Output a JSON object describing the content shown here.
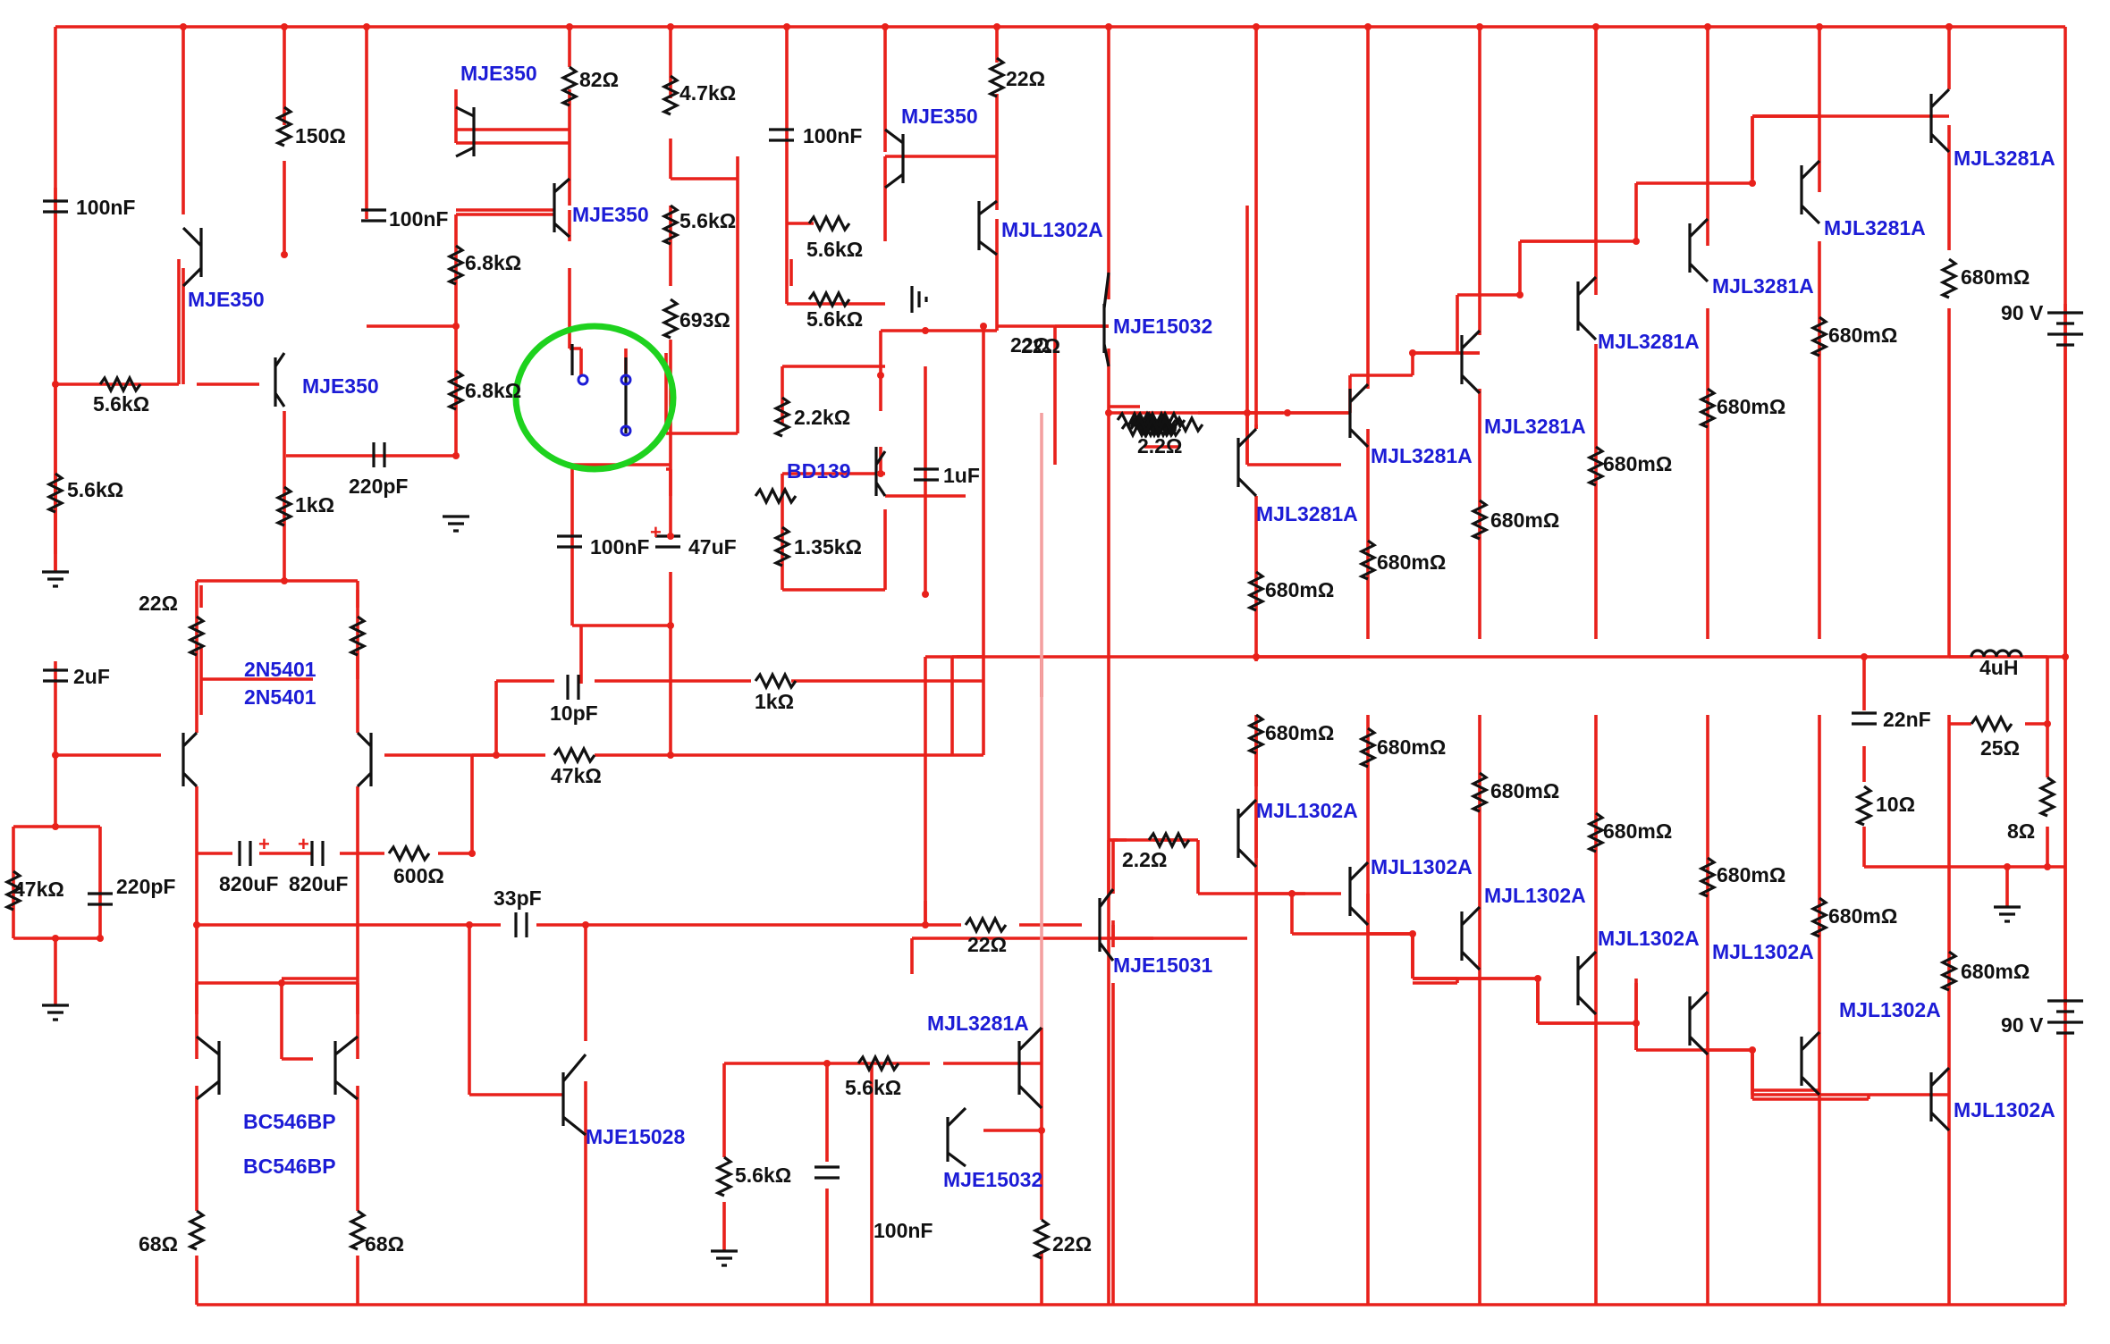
{
  "diagram": {
    "colors": {
      "wire": "#e8211b",
      "component": "#111111",
      "part_label": "#1c1cd6",
      "value_label": "#111111",
      "highlight": "#1ed21e",
      "bias_wire": "#f4a0a0",
      "background": "#ffffff"
    },
    "transistors": [
      {
        "id": "q1",
        "part": "MJE350"
      },
      {
        "id": "q2",
        "part": "MJE350"
      },
      {
        "id": "q3",
        "part": "MJE350"
      },
      {
        "id": "q4",
        "part": "MJE350"
      },
      {
        "id": "q5",
        "part": "MJE350"
      },
      {
        "id": "q6",
        "part": "MJL1302A"
      },
      {
        "id": "q7",
        "part": "MJE15032"
      },
      {
        "id": "q8",
        "part": "BD139"
      },
      {
        "id": "q9",
        "part": "2N5401"
      },
      {
        "id": "q10",
        "part": "2N5401"
      },
      {
        "id": "q11",
        "part": "BC546BP"
      },
      {
        "id": "q12",
        "part": "BC546BP"
      },
      {
        "id": "q13",
        "part": "MJE15028"
      },
      {
        "id": "q14",
        "part": "MJL3281A"
      },
      {
        "id": "q15",
        "part": "MJE15032"
      },
      {
        "id": "q16",
        "part": "MJE15031"
      },
      {
        "id": "q17",
        "part": "MJL3281A"
      },
      {
        "id": "q18",
        "part": "MJL3281A"
      },
      {
        "id": "q19",
        "part": "MJL3281A"
      },
      {
        "id": "q20",
        "part": "MJL3281A"
      },
      {
        "id": "q21",
        "part": "MJL3281A"
      },
      {
        "id": "q22",
        "part": "MJL3281A"
      },
      {
        "id": "q23",
        "part": "MJL3281A"
      },
      {
        "id": "q24",
        "part": "MJL1302A"
      },
      {
        "id": "q25",
        "part": "MJL1302A"
      },
      {
        "id": "q26",
        "part": "MJL1302A"
      },
      {
        "id": "q27",
        "part": "MJL1302A"
      },
      {
        "id": "q28",
        "part": "MJL1302A"
      },
      {
        "id": "q29",
        "part": "MJL1302A"
      },
      {
        "id": "q30",
        "part": "MJL1302A"
      }
    ],
    "resistors": [
      {
        "id": "r1",
        "value": "150Ω"
      },
      {
        "id": "r2",
        "value": "5.6kΩ"
      },
      {
        "id": "r3",
        "value": "5.6kΩ"
      },
      {
        "id": "r4",
        "value": "82Ω"
      },
      {
        "id": "r5",
        "value": "4.7kΩ"
      },
      {
        "id": "r6",
        "value": "5.6kΩ"
      },
      {
        "id": "r7",
        "value": "693Ω"
      },
      {
        "id": "r8",
        "value": "6.8kΩ"
      },
      {
        "id": "r9",
        "value": "6.8kΩ"
      },
      {
        "id": "r10",
        "value": "1kΩ"
      },
      {
        "id": "r11",
        "value": "22Ω"
      },
      {
        "id": "r12",
        "value": "5.6kΩ"
      },
      {
        "id": "r13",
        "value": "5.6kΩ"
      },
      {
        "id": "r14",
        "value": "22Ω"
      },
      {
        "id": "r15",
        "value": "2.2kΩ"
      },
      {
        "id": "r16",
        "value": "1.35kΩ"
      },
      {
        "id": "r17",
        "value": "2.2Ω"
      },
      {
        "id": "r18",
        "value": "22Ω"
      },
      {
        "id": "r19",
        "value": "22Ω"
      },
      {
        "id": "r20",
        "value": "1kΩ"
      },
      {
        "id": "r21",
        "value": "47kΩ"
      },
      {
        "id": "r22",
        "value": "600Ω"
      },
      {
        "id": "r23",
        "value": "47kΩ"
      },
      {
        "id": "r24",
        "value": "2.2Ω"
      },
      {
        "id": "r25",
        "value": "22Ω"
      },
      {
        "id": "r26",
        "value": "68Ω"
      },
      {
        "id": "r27",
        "value": "68Ω"
      },
      {
        "id": "r28",
        "value": "5.6kΩ"
      },
      {
        "id": "r29",
        "value": "5.6kΩ"
      },
      {
        "id": "r30",
        "value": "22Ω"
      },
      {
        "id": "r31",
        "value": "680mΩ"
      },
      {
        "id": "r32",
        "value": "680mΩ"
      },
      {
        "id": "r33",
        "value": "680mΩ"
      },
      {
        "id": "r34",
        "value": "680mΩ"
      },
      {
        "id": "r35",
        "value": "680mΩ"
      },
      {
        "id": "r36",
        "value": "680mΩ"
      },
      {
        "id": "r37",
        "value": "680mΩ"
      },
      {
        "id": "r38",
        "value": "680mΩ"
      },
      {
        "id": "r39",
        "value": "680mΩ"
      },
      {
        "id": "r40",
        "value": "680mΩ"
      },
      {
        "id": "r41",
        "value": "680mΩ"
      },
      {
        "id": "r42",
        "value": "680mΩ"
      },
      {
        "id": "r43",
        "value": "680mΩ"
      },
      {
        "id": "r44",
        "value": "680mΩ"
      },
      {
        "id": "r45",
        "value": "25Ω"
      },
      {
        "id": "r46",
        "value": "10Ω"
      },
      {
        "id": "r47",
        "value": "8Ω"
      }
    ],
    "capacitors": [
      {
        "id": "c1",
        "value": "100nF"
      },
      {
        "id": "c2",
        "value": "100nF"
      },
      {
        "id": "c3",
        "value": "100nF"
      },
      {
        "id": "c4",
        "value": "220pF"
      },
      {
        "id": "c5",
        "value": "100nF"
      },
      {
        "id": "c6",
        "value": "47uF"
      },
      {
        "id": "c7",
        "value": "1uF"
      },
      {
        "id": "c8",
        "value": "2uF"
      },
      {
        "id": "c9",
        "value": "10pF"
      },
      {
        "id": "c10",
        "value": "220pF"
      },
      {
        "id": "c11",
        "value": "820uF"
      },
      {
        "id": "c12",
        "value": "820uF"
      },
      {
        "id": "c13",
        "value": "33pF"
      },
      {
        "id": "c14",
        "value": "100nF"
      },
      {
        "id": "c15",
        "value": "22nF"
      }
    ],
    "inductors": [
      {
        "id": "l1",
        "value": "4uH"
      }
    ],
    "supplies": [
      {
        "id": "v1",
        "value": "90 V"
      },
      {
        "id": "v2",
        "value": "90 V"
      }
    ],
    "polarity_mark": "+"
  }
}
